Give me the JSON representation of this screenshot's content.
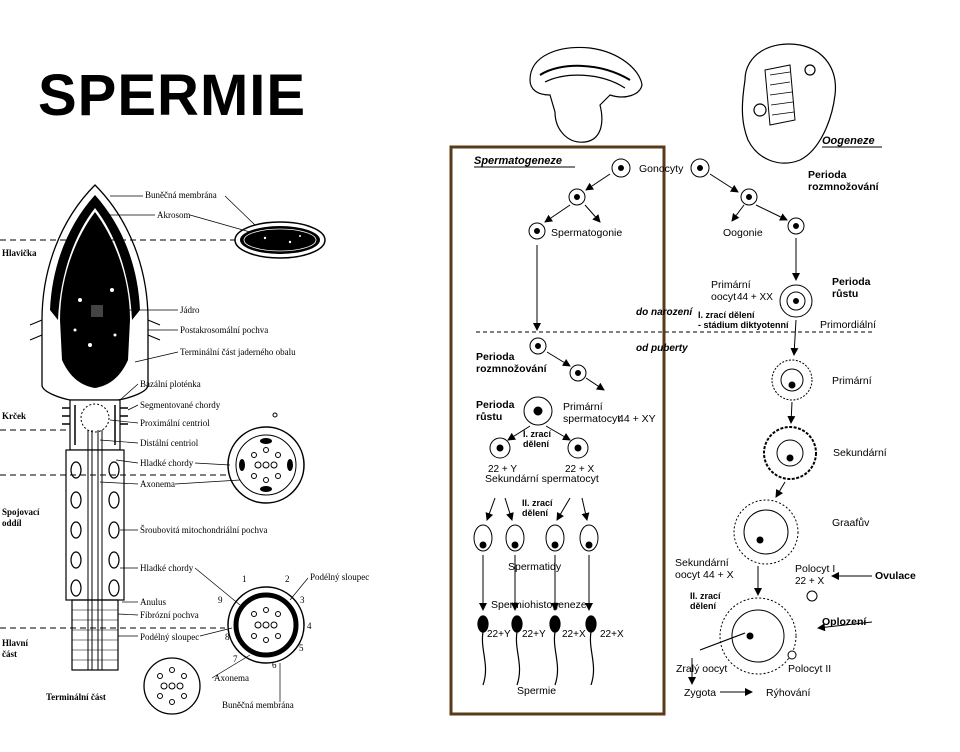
{
  "title": "SPERMIE",
  "sperm": {
    "regions": {
      "head": "Hlavička",
      "neck": "Krček",
      "connecting1": "Spojovací",
      "connecting2": "oddíl",
      "main1": "Hlavní",
      "main2": "část",
      "terminal": "Terminální část"
    },
    "labels": [
      "Buněčná membrána",
      "Akrosom",
      "Jádro",
      "Postakrosomální pochva",
      "Terminální část jaderného obalu",
      "Bazální ploténka",
      "Segmentované chordy",
      "Proximální centriol",
      "Distální centriol",
      "Hladké chordy",
      "Axonema",
      "Šroubovitá mitochondriální pochva",
      "Hladké chordy",
      "Anulus",
      "Fibrózní pochva",
      "Podélný sloupec",
      "Podélný sloupec",
      "Axonema",
      "Buněčná membrána"
    ],
    "numbers": [
      "1",
      "2",
      "9",
      "3",
      "4",
      "8",
      "5",
      "7",
      "6"
    ]
  },
  "spermatogenesis": {
    "title": "Spermatogeneze",
    "gonocytes": "Gonocyty",
    "spermatogonia": "Spermatogonie",
    "period_reproduction": [
      "Perioda",
      "rozmnožování"
    ],
    "period_growth": [
      "Perioda",
      "růstu"
    ],
    "primary_spermatocyte": [
      "Primární",
      "spermatocyt"
    ],
    "primary_karyotype": "44 + XY",
    "first_division": [
      "I. zrací",
      "dělení"
    ],
    "k22y": "22 + Y",
    "k22x": "22 + X",
    "secondary_spermatocyte": "Sekundární spermatocyt",
    "second_division": [
      "II. zrací",
      "dělení"
    ],
    "spermatids": "Spermatidy",
    "spermiohistogenesis": "Spermiohistogeneze",
    "sperm_karyotypes": [
      "22+Y",
      "22+Y",
      "22+X",
      "22+X"
    ],
    "sperm": "Spermie"
  },
  "middle": {
    "before_birth": "do narození",
    "from_puberty": "od puberty"
  },
  "oogenesis": {
    "title": "Oogeneze",
    "period_reproduction": [
      "Perioda",
      "rozmnožování"
    ],
    "oogonia": "Oogonie",
    "primary_oocyte": [
      "Primární",
      "oocyt"
    ],
    "primary_karyotype": "44 + XX",
    "first_division_note": [
      "I. zrací dělení",
      "- stádium diktyotenní"
    ],
    "period_growth": [
      "Perioda",
      "růstu"
    ],
    "primordial": "Primordiální",
    "primary": "Primární",
    "secondary": "Sekundární",
    "graafian": "Graafův",
    "secondary_oocyte": [
      "Sekundární",
      "oocyt 44 + X"
    ],
    "polar_body_1": [
      "Polocyt I",
      "22 + X"
    ],
    "ovulation": "Ovulace",
    "second_division": [
      "II. zrací",
      "dělení"
    ],
    "fertilization": "Oplození",
    "mature_oocyte": "Zralý oocyt",
    "polar_body_2": "Polocyt II",
    "zygote": "Zygota",
    "cleavage": "Rýhování"
  }
}
